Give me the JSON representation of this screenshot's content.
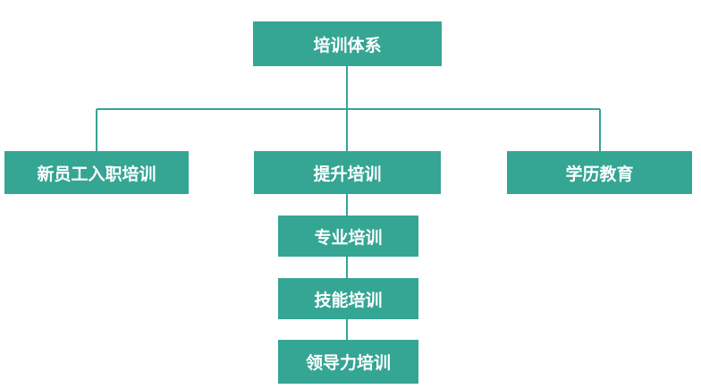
{
  "diagram": {
    "root": {
      "label": "培训体系"
    },
    "level1": [
      {
        "label": "新员工入职培训"
      },
      {
        "label": "提升培训"
      },
      {
        "label": "学历教育"
      }
    ],
    "sub_of_提升培训": [
      {
        "label": "专业培训"
      },
      {
        "label": "技能培训"
      },
      {
        "label": "领导力培训"
      }
    ],
    "colors": {
      "node_fill": "#35a594",
      "node_text": "#ffffff",
      "connector": "#35a594"
    }
  }
}
